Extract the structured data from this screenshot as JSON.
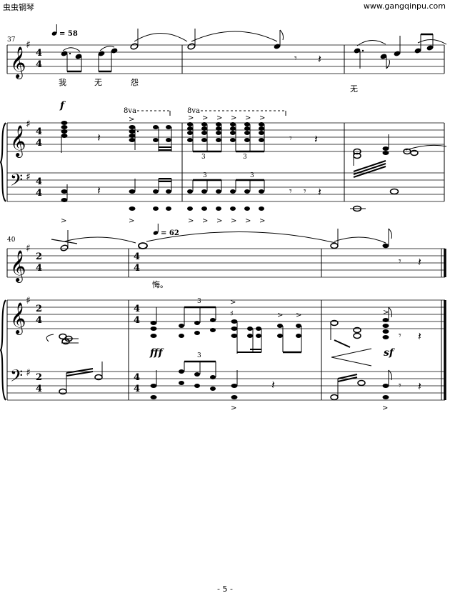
{
  "header": {
    "site_name": "虫虫钢琴",
    "site_url": "www.gangqinpu.com"
  },
  "footer": {
    "page_number": "- 5 -"
  },
  "system1": {
    "measure_number": "37",
    "tempo": "= 58",
    "time_top": "4",
    "time_bottom": "4",
    "lyrics": [
      "我",
      "无",
      "怨",
      "无"
    ],
    "octave_marks": [
      "8va",
      "8va"
    ],
    "dynamic": "f",
    "triplet": "3"
  },
  "system2": {
    "measure_number": "40",
    "tempo": "= 62",
    "time1_top": "2",
    "time1_bottom": "4",
    "time2_top": "4",
    "time2_bottom": "4",
    "lyrics": [
      "悔。"
    ],
    "dynamic_fff": "fff",
    "dynamic_sf": "sf",
    "triplet": "3"
  }
}
